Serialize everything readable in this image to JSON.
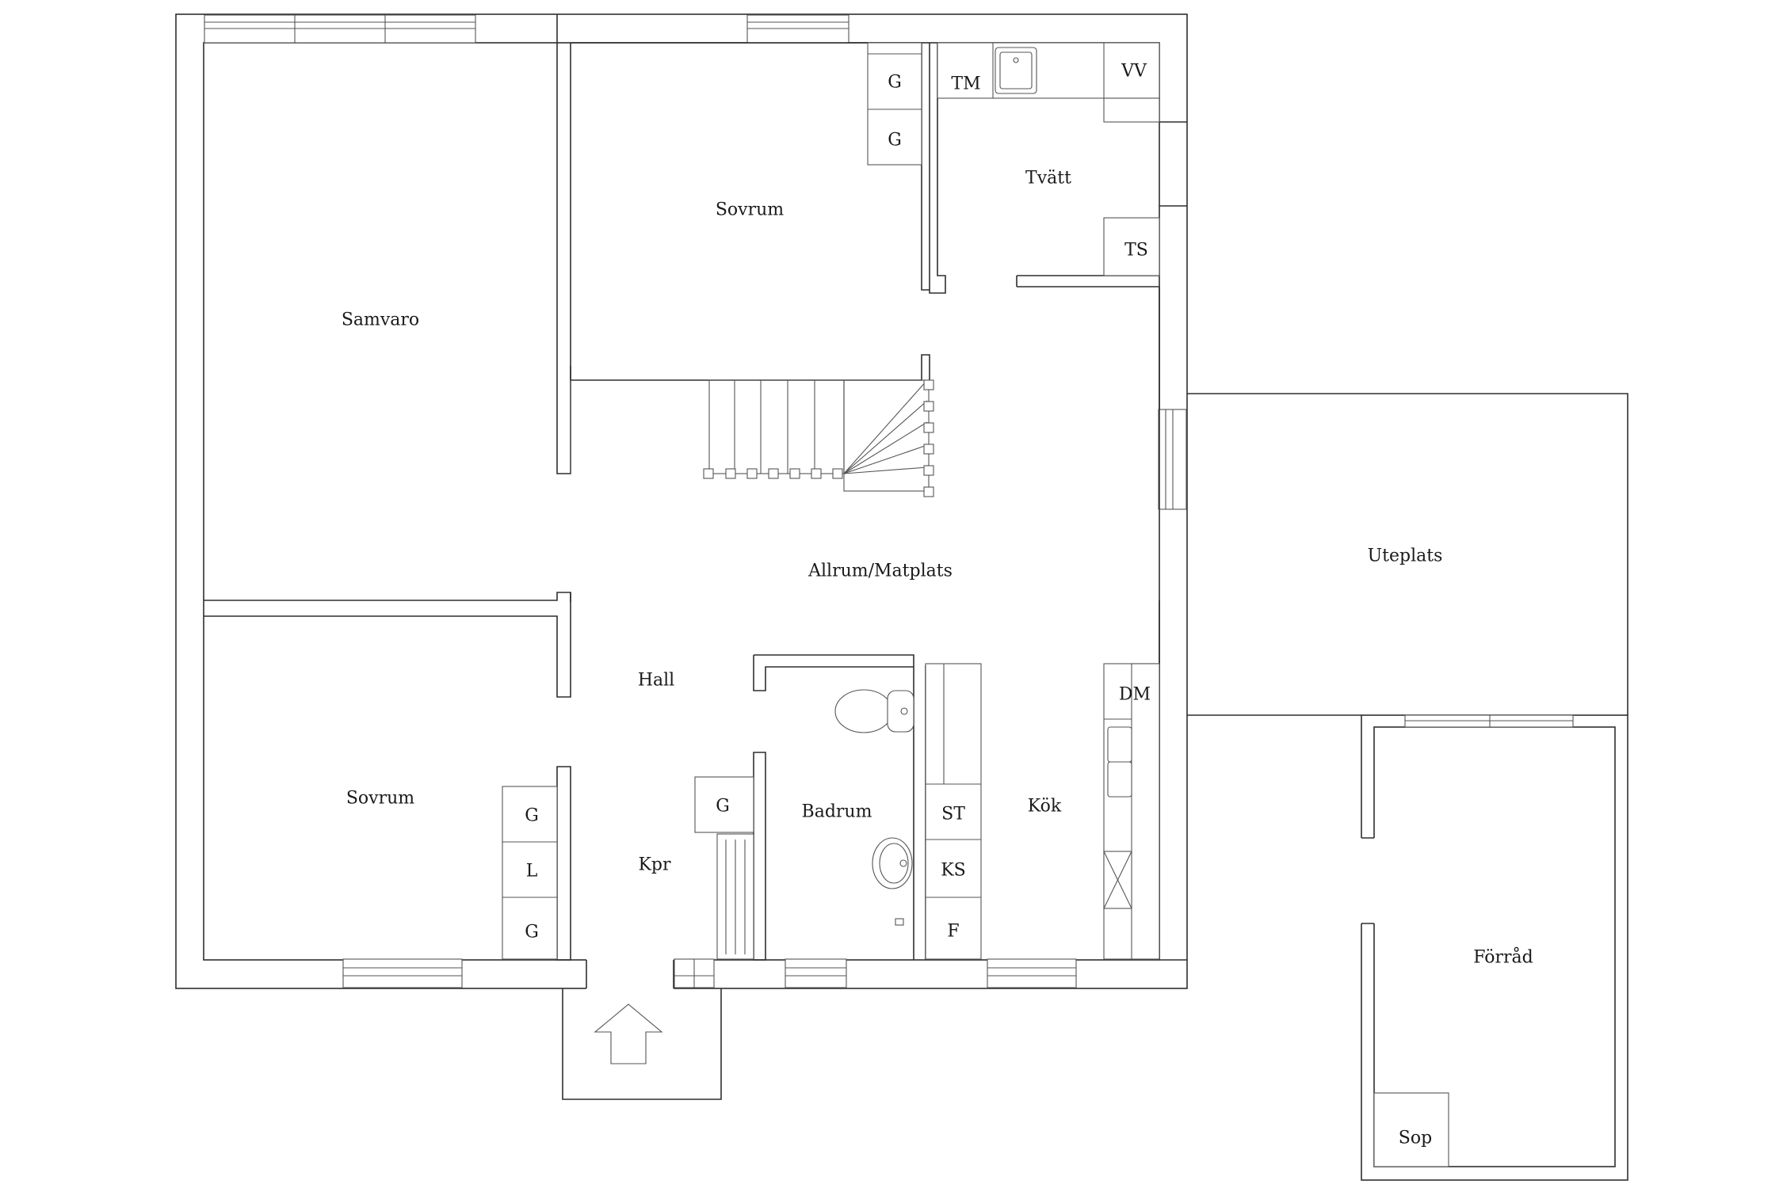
{
  "rooms": {
    "samvaro": "Samvaro",
    "sovrum_upper": "Sovrum",
    "tvatt": "Tvätt",
    "allrum": "Allrum/Matplats",
    "uteplats": "Uteplats",
    "hall": "Hall",
    "sovrum_lower": "Sovrum",
    "kpr": "Kpr",
    "badrum": "Badrum",
    "kok": "Kök",
    "forrad": "Förråd",
    "sop": "Sop"
  },
  "fixtures": {
    "g": "G",
    "l": "L",
    "tm": "TM",
    "vv": "VV",
    "ts": "TS",
    "dm": "DM",
    "st": "ST",
    "ks": "KS",
    "f": "F"
  },
  "icons": {
    "entrance": "entrance-arrow-icon",
    "toilet": "toilet-icon",
    "sink": "sink-icon",
    "stove": "stove-icon",
    "stair": "staircase-icon"
  }
}
